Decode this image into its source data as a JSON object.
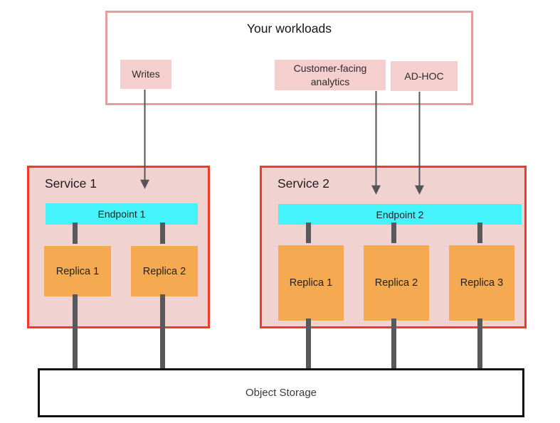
{
  "workloads": {
    "title": "Your workloads",
    "items": [
      {
        "label": "Writes"
      },
      {
        "label": "Customer-facing analytics"
      },
      {
        "label": "AD-HOC"
      }
    ]
  },
  "services": [
    {
      "name": "Service 1",
      "endpoint": "Endpoint 1",
      "replicas": [
        "Replica 1",
        "Replica 2"
      ]
    },
    {
      "name": "Service 2",
      "endpoint": "Endpoint 2",
      "replicas": [
        "Replica 1",
        "Replica 2",
        "Replica 3"
      ]
    }
  ],
  "storage": {
    "label": "Object Storage"
  },
  "colors": {
    "outer_border": "#e39f9d",
    "chip_fill": "#f4cfcd",
    "service_border": "#f23a26",
    "service_fill": "#f0d3d1",
    "endpoint_fill": "#45f3fa",
    "replica_fill": "#f5a950",
    "connector": "#595959",
    "arrow": "#555555",
    "storage_border": "#111111"
  }
}
